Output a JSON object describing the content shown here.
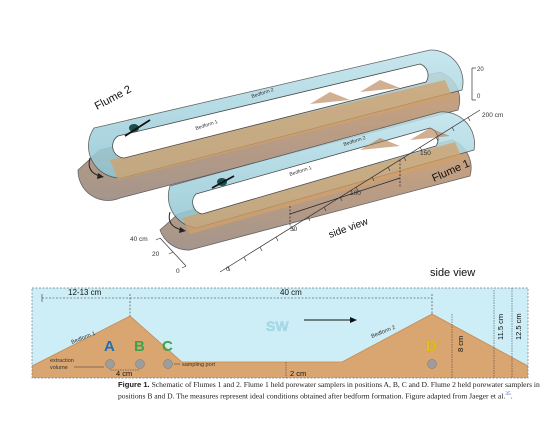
{
  "schematic": {
    "flume2_label": "Flume 2",
    "flume1_label": "Flume 1",
    "bedform1_label": "Bedform 1",
    "bedform2_label": "Bedform 2",
    "side_view_label": "side view",
    "scale_height": [
      "20",
      "0"
    ],
    "scale_length": [
      "200 cm",
      "150",
      "100",
      "50",
      "0"
    ],
    "scale_width": [
      "40 cm",
      "20",
      "0"
    ]
  },
  "side_view": {
    "title": "side view",
    "dim_left": "12-13 cm",
    "dim_top": "40 cm",
    "dim_depth_inner": "11.5 cm",
    "dim_depth_outer": "12.5 cm",
    "dim_bed_height": "8 cm",
    "dim_port_spacing": "4 cm",
    "dim_base": "2 cm",
    "sw_label": "SW",
    "bedform1_label": "Bedform 1",
    "bedform2_label": "Bedform 2",
    "extraction_label": "extraction\nvolume",
    "sampling_port_label": "sampling port",
    "positions": [
      {
        "label": "A",
        "color": "#1f6fb5"
      },
      {
        "label": "B",
        "color": "#3fa34d"
      },
      {
        "label": "C",
        "color": "#3fa34d"
      },
      {
        "label": "D",
        "color": "#e0c21a"
      }
    ],
    "colors": {
      "water": "#cdeef7",
      "sediment": "#d9a571",
      "sediment_dark": "#c58a52"
    }
  },
  "caption": {
    "label": "Figure 1.",
    "text": "Schematic of Flumes 1 and 2. Flume 1 held porewater samplers in positions A, B, C and D. Flume 2 held porewater samplers in positions B and D. The measures represent ideal conditions obtained after bedform formation. Figure adapted from Jaeger et al.",
    "ref": "35",
    "end": "."
  }
}
